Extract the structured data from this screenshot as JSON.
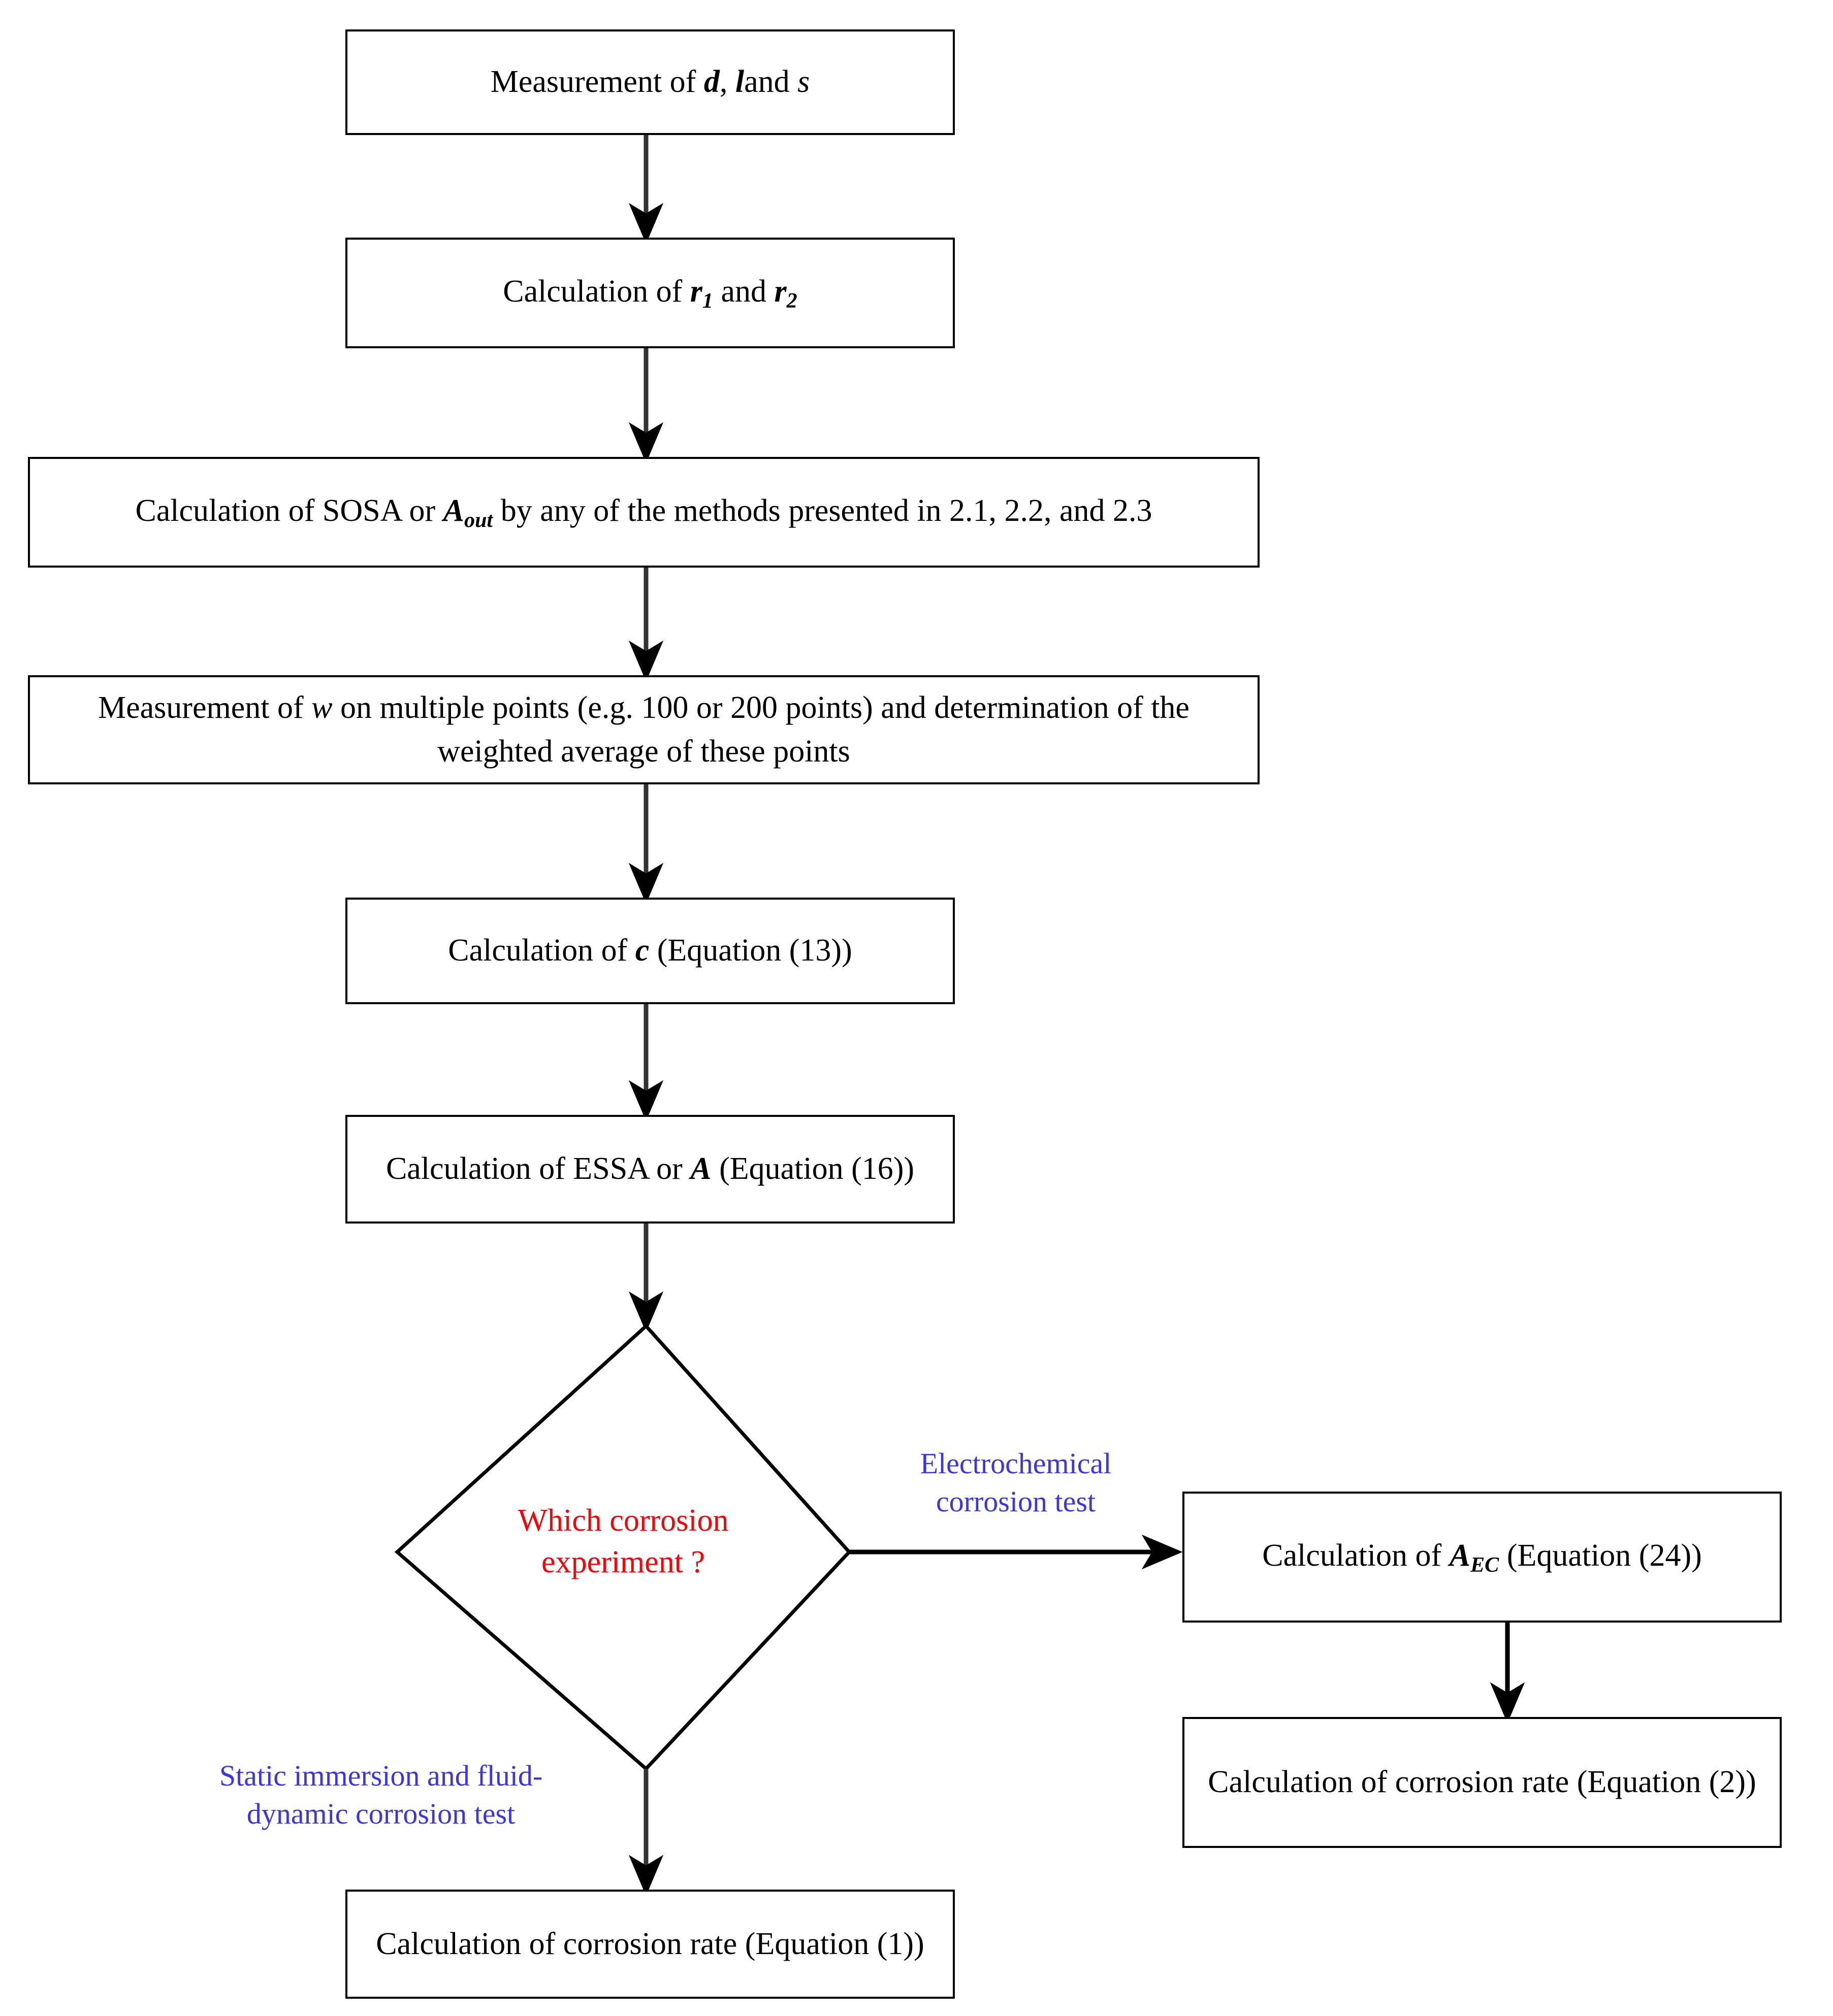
{
  "diagram": {
    "title": "Flowchart for calculation of outer surface area, effective surface area and corrosion rate",
    "type": "flowchart",
    "colors": {
      "node_border": "#000000",
      "node_fill": "#ffffff",
      "connector": "#000000",
      "decision_text": "#fd0007",
      "branch_label_text": "#3b35e8",
      "body_text": "#000000"
    },
    "nodes": [
      {
        "id": "measure-dls",
        "shape": "rectangle",
        "text": "Measurement of d, l, and s",
        "variables": [
          "d",
          "l",
          "s"
        ]
      },
      {
        "id": "calc-r1-r2",
        "shape": "rectangle",
        "text": "Calculation of r1 and r2",
        "variables": [
          "r1",
          "r2"
        ]
      },
      {
        "id": "calc-sosa",
        "shape": "rectangle",
        "text": "Calculation of SOSA or Aout by any of the methods presented in 2.1, 2.2, and 2.3",
        "variables": [
          "A_out"
        ]
      },
      {
        "id": "measure-w",
        "shape": "rectangle",
        "text": "Measurement of w on multiple points (e.g. 100 or 200 points) and determination of the weighted average of these points",
        "line1": "Measurement of w on multiple points (e.g. 100 or 200 points) and determination of the",
        "line2": "weighted average of these points",
        "variables": [
          "w"
        ]
      },
      {
        "id": "calc-c",
        "shape": "rectangle",
        "text": "Calculation of c (Equation (13))",
        "equation": "13",
        "variables": [
          "c"
        ]
      },
      {
        "id": "calc-essa",
        "shape": "rectangle",
        "text": "Calculation of ESSA or A (Equation (16))",
        "equation": "16",
        "variables": [
          "A"
        ]
      },
      {
        "id": "decision-experiment",
        "shape": "diamond",
        "text": "Which corrosion experiment ?",
        "line1": "Which corrosion",
        "line2": "experiment ?"
      },
      {
        "id": "calc-aec",
        "shape": "rectangle",
        "text": "Calculation of AEC (Equation (24))",
        "equation": "24",
        "variables": [
          "A_EC"
        ]
      },
      {
        "id": "calc-rate-eq2",
        "shape": "rectangle",
        "text": "Calculation of corrosion rate (Equation (2))",
        "equation": "2"
      },
      {
        "id": "calc-rate-eq1",
        "shape": "rectangle",
        "text": "Calculation of corrosion rate  (Equation (1))",
        "equation": "1"
      }
    ],
    "branch_labels": [
      {
        "id": "branch-electrochemical",
        "text": "Electrochemical corrosion test",
        "line1": "Electrochemical",
        "line2": "corrosion test",
        "from": "decision-experiment",
        "to": "calc-aec"
      },
      {
        "id": "branch-static-immersion",
        "text": "Static immersion and fluid-dynamic corrosion test",
        "line1": "Static immersion and fluid-",
        "line2": "dynamic corrosion test",
        "from": "decision-experiment",
        "to": "calc-rate-eq1"
      }
    ],
    "edges": [
      {
        "from": "measure-dls",
        "to": "calc-r1-r2",
        "direction": "down"
      },
      {
        "from": "calc-r1-r2",
        "to": "calc-sosa",
        "direction": "down"
      },
      {
        "from": "calc-sosa",
        "to": "measure-w",
        "direction": "down"
      },
      {
        "from": "measure-w",
        "to": "calc-c",
        "direction": "down"
      },
      {
        "from": "calc-c",
        "to": "calc-essa",
        "direction": "down"
      },
      {
        "from": "calc-essa",
        "to": "decision-experiment",
        "direction": "down"
      },
      {
        "from": "decision-experiment",
        "to": "calc-aec",
        "direction": "right"
      },
      {
        "from": "calc-aec",
        "to": "calc-rate-eq2",
        "direction": "down"
      },
      {
        "from": "decision-experiment",
        "to": "calc-rate-eq1",
        "direction": "down"
      }
    ]
  },
  "text": {
    "box1_prefix": "Measurement of ",
    "box1_mid": ", ",
    "box1_and": "and ",
    "box2_prefix": "Calculation of ",
    "box2_and": " and ",
    "box3_prefix": "Calculation of SOSA or ",
    "box3_suffix": " by any of the methods presented in 2.1, 2.2, and 2.3",
    "box4_line1_a": "Measurement of ",
    "box4_line1_b": " on multiple points (e.g. 100 or 200 points) and determination of the",
    "box4_line2": "weighted average of these points",
    "box5_prefix": "Calculation of ",
    "box5_suffix": " (Equation (13))",
    "box6_prefix": "Calculation of ESSA or ",
    "box6_suffix": " (Equation (16))",
    "box7_prefix": "Calculation of ",
    "box7_suffix": " (Equation (24))",
    "box8": "Calculation of corrosion rate (Equation (2))",
    "box9": "Calculation of corrosion rate  (Equation (1))",
    "decision_line1": "Which corrosion",
    "decision_line2": "experiment ?",
    "branch_right_line1": "Electrochemical",
    "branch_right_line2": "corrosion test",
    "branch_down_line1": "Static immersion and fluid-",
    "branch_down_line2": "dynamic corrosion test",
    "var_d": "d",
    "var_l": "l",
    "var_s": "s",
    "var_r": "r",
    "sub_1": "1",
    "sub_2": "2",
    "var_A": "A",
    "sub_out": "out",
    "sub_EC": "EC",
    "var_w": "w",
    "var_c": "c"
  }
}
